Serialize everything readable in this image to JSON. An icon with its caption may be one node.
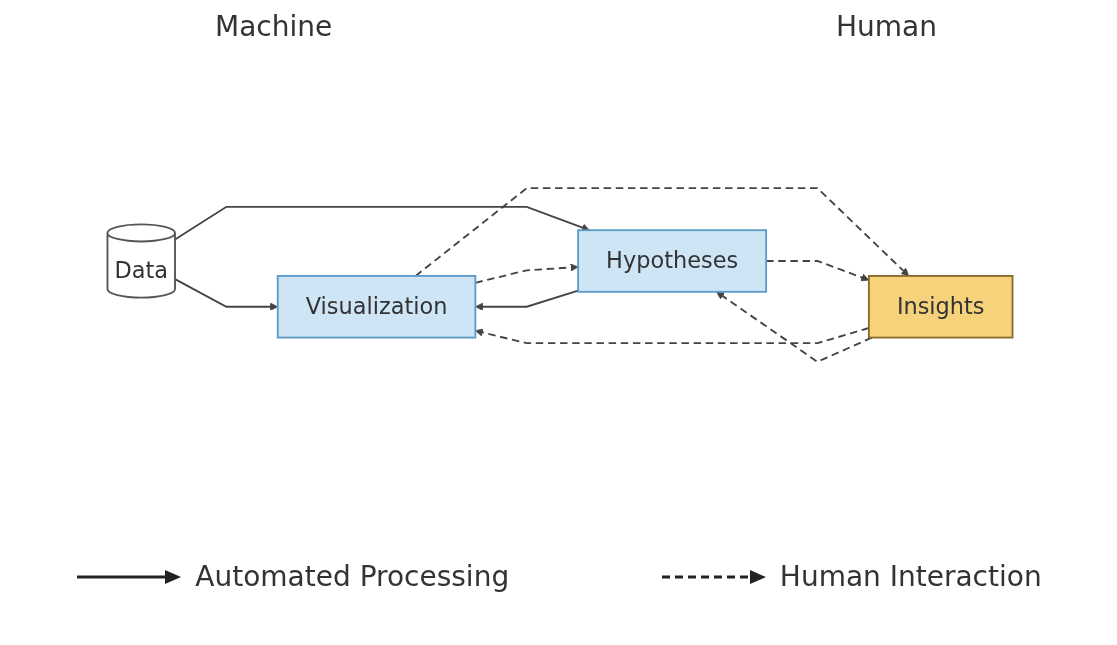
{
  "diagram": {
    "nodes": [
      {
        "text": [
          "Data"
        ]
      },
      {
        "text": [
          "Visualization"
        ]
      },
      {
        "text": [
          "Hypotheses"
        ]
      },
      {
        "text": [
          "Insights"
        ]
      }
    ],
    "edges": [
      {
        "from": 0,
        "to": 1,
        "arrow": "to"
      },
      {
        "from": 0,
        "to": 2,
        "arrow": "to"
      },
      {
        "from": 2,
        "to": 1,
        "arrow": "to"
      },
      {
        "from": 1,
        "to": 2,
        "arrow": "to",
        "style": "dashed"
      },
      {
        "from": 1,
        "to": 3,
        "arrow": "to",
        "style": "dashed"
      },
      {
        "from": 3,
        "to": 1,
        "arrow": "to",
        "style": "dashed"
      },
      {
        "from": 2,
        "to": 3,
        "arrow": "to",
        "style": "dashed"
      },
      {
        "from": 3,
        "to": 2,
        "arrow": "to",
        "style": "dashed"
      }
    ],
    "labels": [
      "Machine",
      "Human"
    ],
    "legend": [
      {
        "text": "Automated Processing"
      },
      {
        "text": "Human Interaction"
      }
    ]
  }
}
